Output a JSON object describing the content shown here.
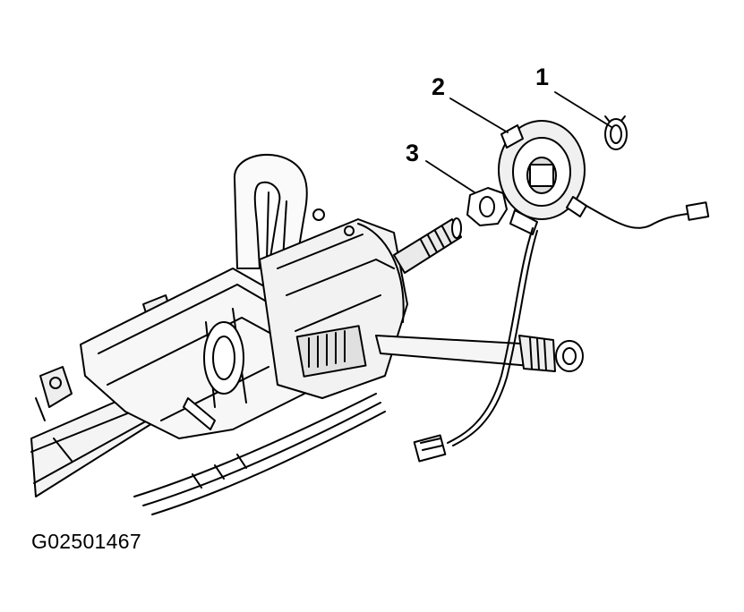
{
  "callouts": [
    {
      "id": "1",
      "label": "1"
    },
    {
      "id": "2",
      "label": "2"
    },
    {
      "id": "3",
      "label": "3"
    }
  ],
  "figure_id": "G02501467"
}
